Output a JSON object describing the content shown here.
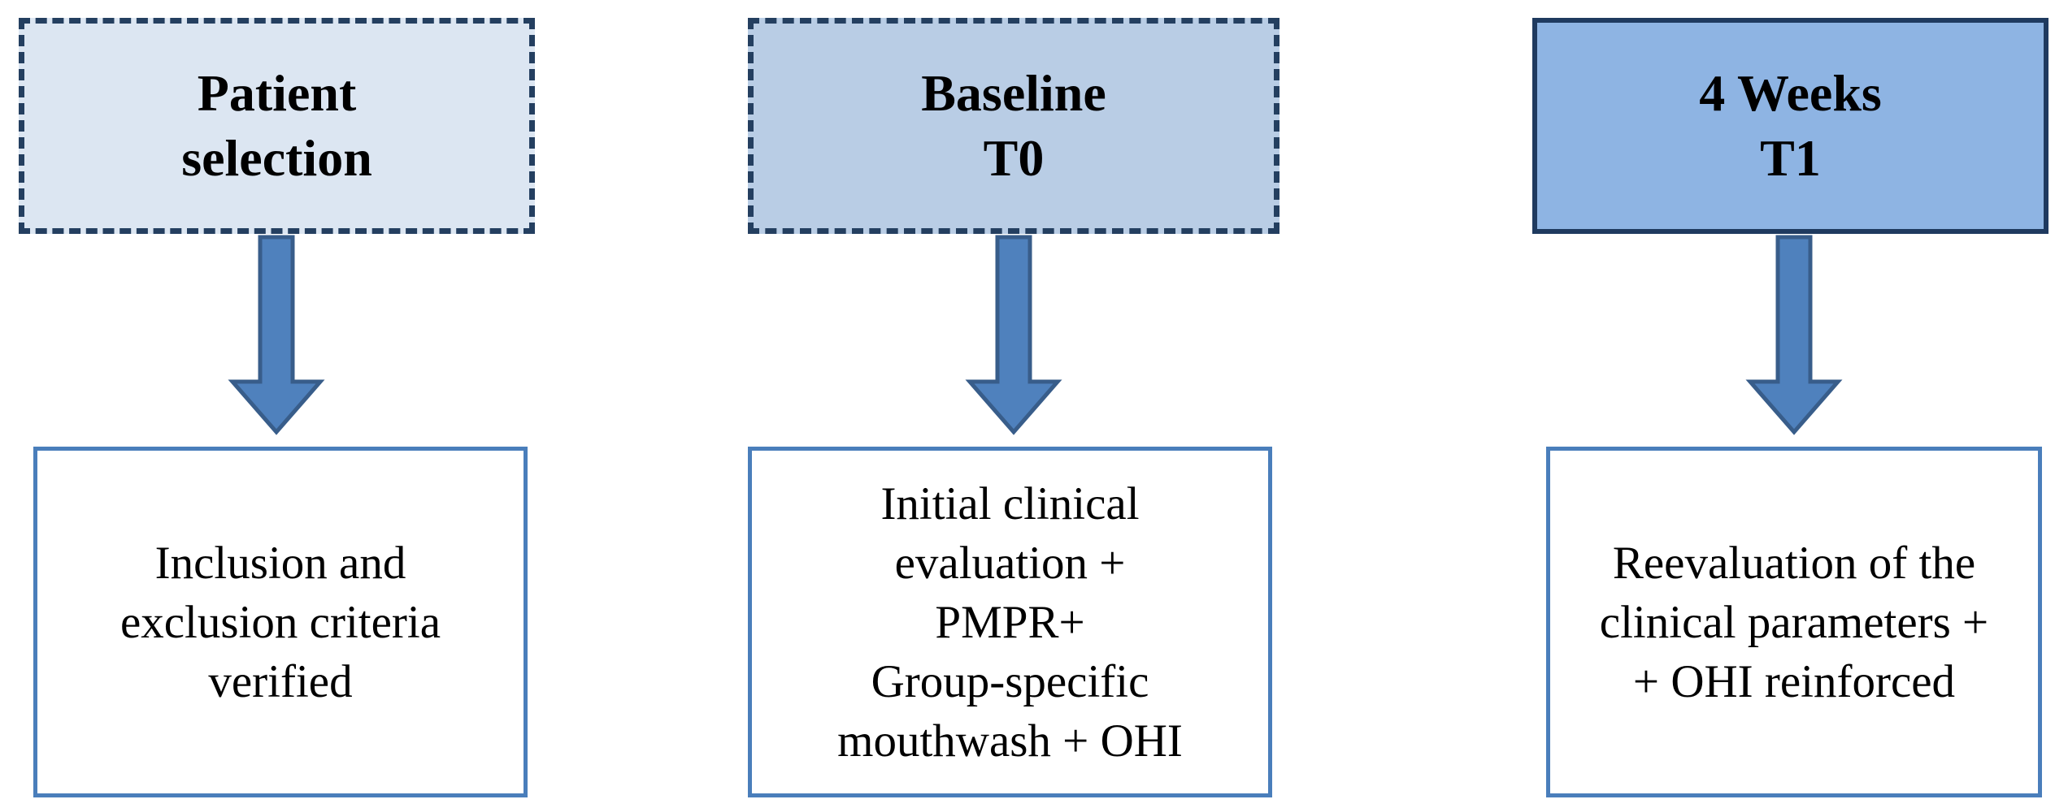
{
  "stages": [
    {
      "lines": [
        "Patient",
        "selection"
      ]
    },
    {
      "lines": [
        "Baseline",
        "T0"
      ]
    },
    {
      "lines": [
        "4 Weeks",
        "T1"
      ]
    }
  ],
  "details": [
    {
      "lines": [
        "Inclusion and",
        "exclusion criteria",
        "verified"
      ]
    },
    {
      "lines": [
        "Initial clinical",
        "evaluation +",
        "PMPR+",
        "Group-specific",
        "mouthwash + OHI"
      ]
    },
    {
      "lines": [
        "Reevaluation of the",
        "clinical parameters +",
        "+ OHI reinforced"
      ]
    }
  ],
  "colors": {
    "stage_1_fill": "#dce6f2",
    "stage_2_fill": "#b9cde5",
    "stage_3_fill": "#8eb4e3",
    "arrow_fill": "#4f81bd",
    "arrow_stroke": "#385d8a",
    "detail_border": "#4a7ebb"
  }
}
